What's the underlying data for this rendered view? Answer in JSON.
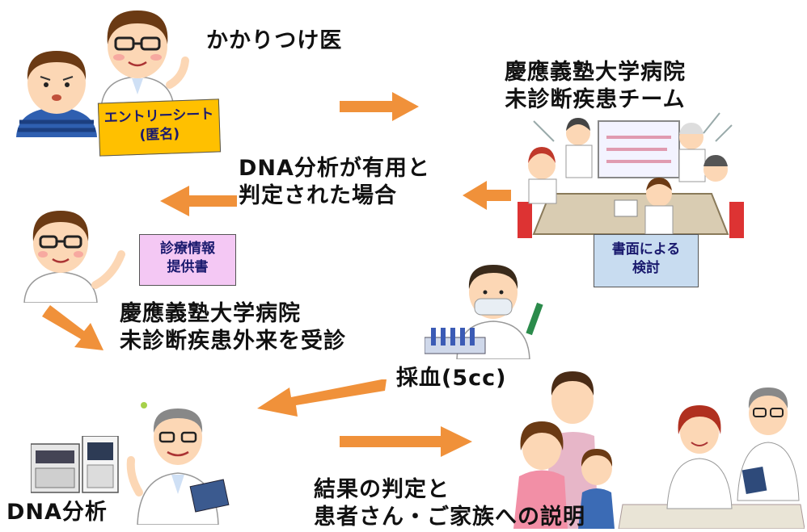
{
  "steps": {
    "family_doctor": "かかりつけ医",
    "entry_sheet": [
      "エントリーシート",
      "(匿名)"
    ],
    "team_line1": "慶應義塾大学病院",
    "team_line2": "未診断疾患チーム",
    "review_note": [
      "書面による",
      "検討"
    ],
    "dna_useful_line1": "DNA分析が有用と",
    "dna_useful_line2": "判定された場合",
    "referral_letter": [
      "診療情報",
      "提供書"
    ],
    "outpatient_line1": "慶應義塾大学病院",
    "outpatient_line2": "未診断疾患外来を受診",
    "blood_draw": "採血(5cc)",
    "dna_analysis": "DNA分析",
    "result_line1": "結果の判定と",
    "result_line2": "患者さん・ご家族への説明"
  },
  "colors": {
    "arrow": "#f0913a",
    "entry_sheet_bg": "#ffc000",
    "referral_bg": "#f4c8f4",
    "review_bg": "#c8dcf0",
    "hair": "#6b3a14",
    "skin": "#fcd7b5",
    "coat": "#ffffff",
    "shirt_blue": "#2f5fb0"
  }
}
